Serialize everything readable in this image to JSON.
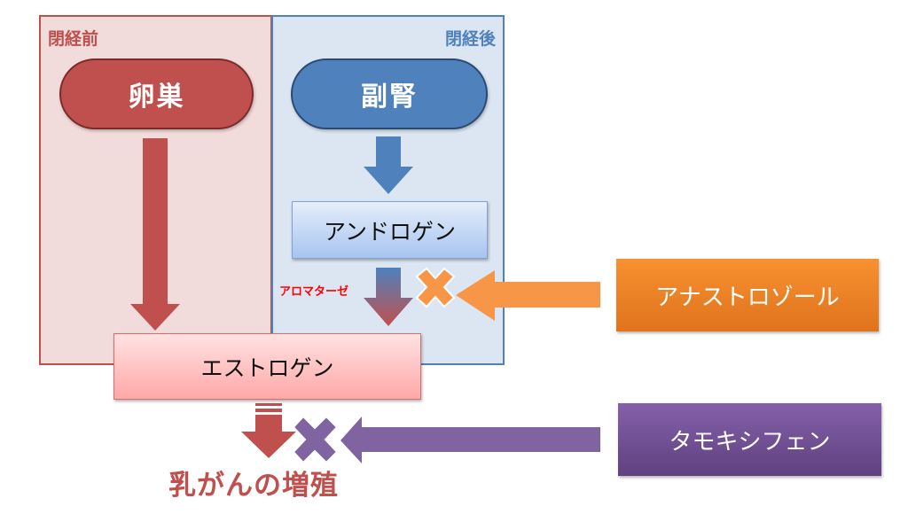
{
  "panels": {
    "premenopause": {
      "label": "閉経前",
      "color": "#c0504d",
      "fill": "#f2dcdb"
    },
    "postmenopause": {
      "label": "閉経後",
      "color": "#4f81bd",
      "fill": "#dce6f2"
    }
  },
  "nodes": {
    "ovary": {
      "label": "卵巣",
      "color": "#c0504d"
    },
    "adrenal": {
      "label": "副腎",
      "color": "#4f81bd"
    },
    "androgen": {
      "label": "アンドロゲン"
    },
    "estrogen": {
      "label": "エストロゲン"
    },
    "anastrozole": {
      "label": "アナストロゾール",
      "color": "#f79646"
    },
    "tamoxifen": {
      "label": "タモキシフェン",
      "color": "#8064a2"
    }
  },
  "edges": [
    {
      "from": "卵巣",
      "to": "エストロゲン"
    },
    {
      "from": "副腎",
      "to": "アンドロゲン"
    },
    {
      "from": "アンドロゲン",
      "to": "エストロゲン",
      "label": "アロマターゼ"
    },
    {
      "from": "エストロゲン",
      "to": "乳がんの増殖"
    },
    {
      "from": "アナストロゾール",
      "to": "アロマターゼ",
      "type": "inhibit"
    },
    {
      "from": "タモキシフェン",
      "to": "乳がんの増殖",
      "type": "inhibit"
    }
  ],
  "labels": {
    "aromatase": "アロマターゼ",
    "outcome": "乳がんの増殖"
  }
}
